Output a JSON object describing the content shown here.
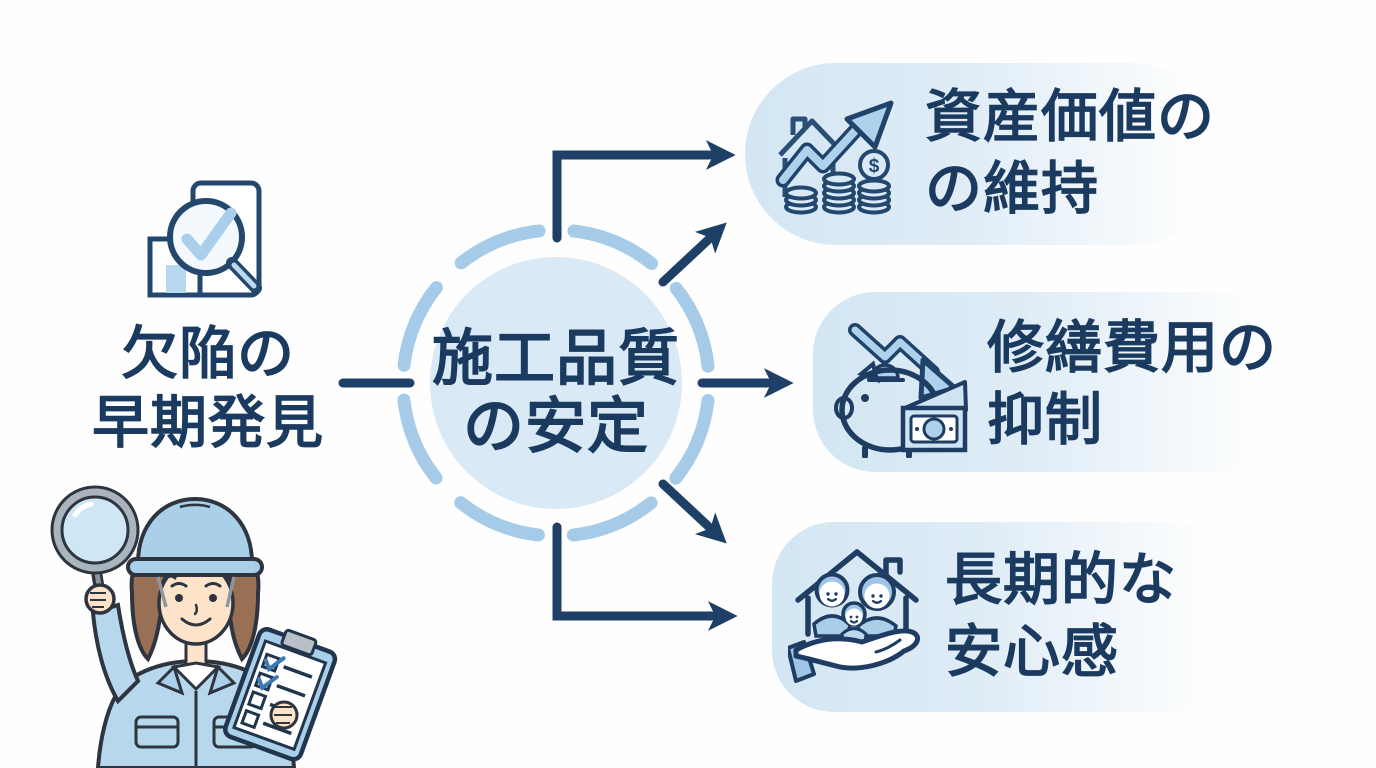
{
  "center_circle": {
    "line1": "施工品質",
    "line2": "の安定"
  },
  "cause": {
    "line1": "欠陥の",
    "line2": "早期発見"
  },
  "benefits": [
    {
      "line1": "資産価値の",
      "line2": "の維持",
      "icon": "asset-growth-coins-icon"
    },
    {
      "line1": "修繕費用の",
      "line2": "抑制",
      "icon": "piggy-bank-cost-down-icon"
    },
    {
      "line1": "長期的な",
      "line2": "安心感",
      "icon": "family-home-hand-icon"
    }
  ],
  "icons": {
    "cause_icon": "document-search-check-icon",
    "illustration": "female-inspector-with-magnifier-and-clipboard",
    "dollar_symbol": "$"
  },
  "colors": {
    "navy": "#1b3a60",
    "arrow": "#1e3f66",
    "ring": "#a6cbe8",
    "circle_fill": "#d9e9f6",
    "panel": "#d5e7f4",
    "accent_light": "#aed2ec"
  }
}
